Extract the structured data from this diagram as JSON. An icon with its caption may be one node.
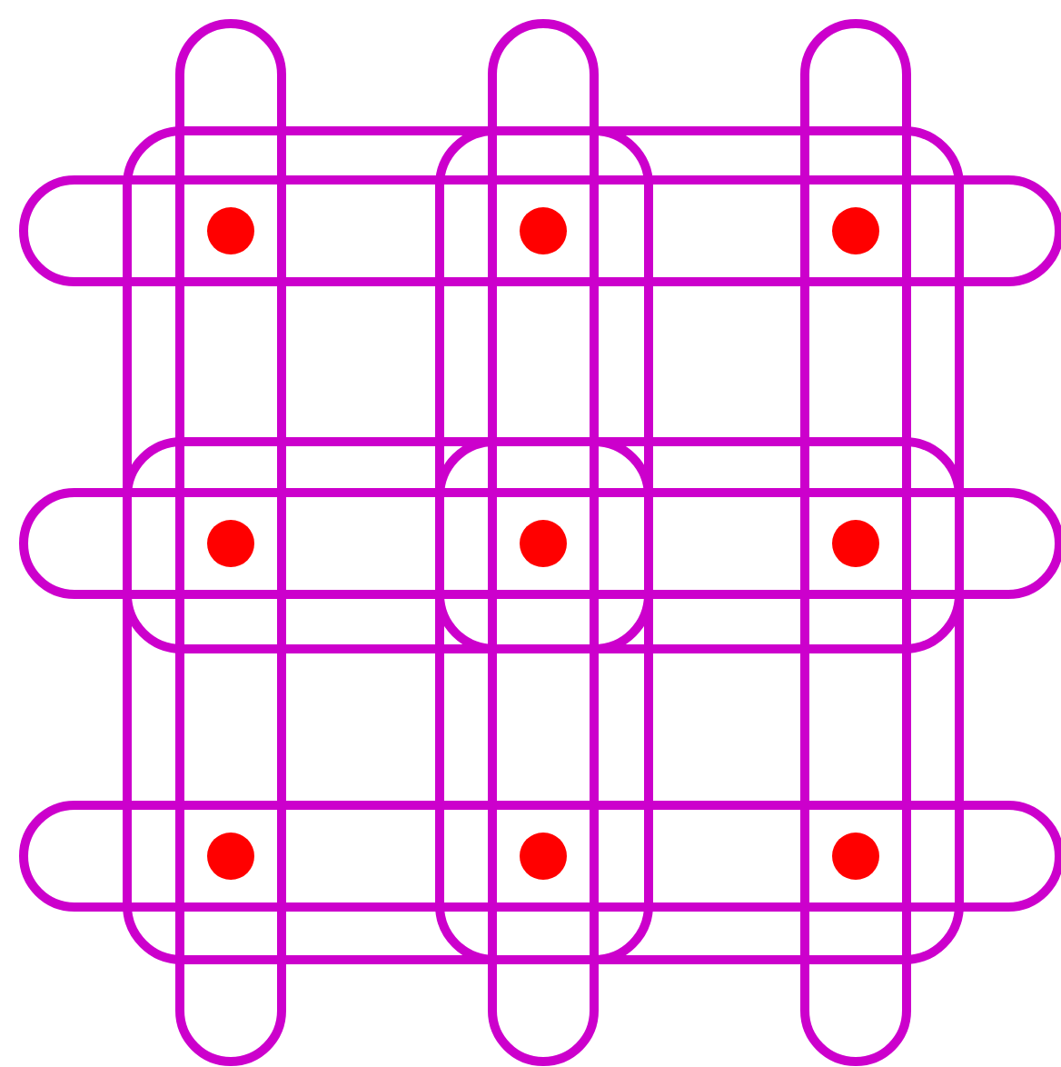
{
  "diagram": {
    "nodes": [
      {
        "text": [],
        "shape": "bar"
      },
      {
        "text": [],
        "shape": "bar"
      },
      {
        "text": [],
        "shape": "bar"
      },
      {
        "text": [],
        "shape": "bar"
      },
      {
        "text": [],
        "shape": "bar"
      },
      {
        "text": [],
        "shape": "bar"
      },
      {
        "text": [],
        "shape": "box"
      },
      {
        "text": [],
        "shape": "box"
      },
      {
        "text": [],
        "shape": "box"
      },
      {
        "text": [],
        "shape": "box"
      },
      {
        "text": [],
        "shape": "circle"
      },
      {
        "text": [],
        "shape": "circle"
      },
      {
        "text": [],
        "shape": "circle"
      },
      {
        "text": [],
        "shape": "circle"
      },
      {
        "text": [],
        "shape": "circle"
      },
      {
        "text": [],
        "shape": "circle"
      },
      {
        "text": [],
        "shape": "circle"
      },
      {
        "text": [],
        "shape": "circle"
      },
      {
        "text": [],
        "shape": "circle"
      }
    ]
  }
}
